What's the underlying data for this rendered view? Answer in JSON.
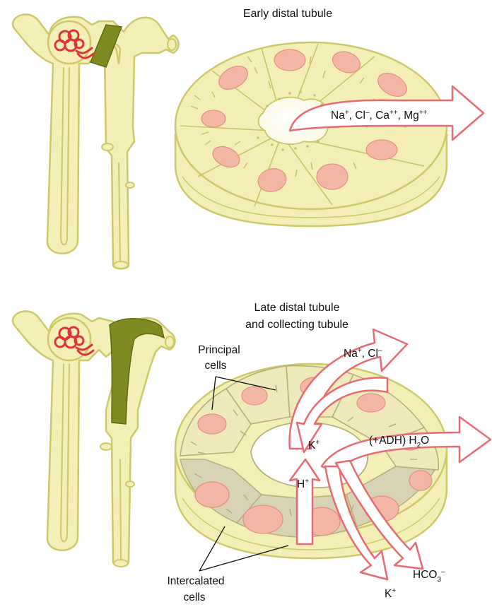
{
  "top": {
    "title": "Early distal tubule",
    "ions": {
      "na": "Na",
      "na_charge": "+",
      "cl": "Cl",
      "cl_charge": "–",
      "ca": "Ca",
      "ca_charge": "++",
      "mg": "Mg",
      "mg_charge": "++",
      "sep": ", "
    }
  },
  "bottom": {
    "title_line1": "Late distal tubule",
    "title_line2": "and collecting tubule",
    "principal_line1": "Principal",
    "principal_line2": "cells",
    "intercalated_line1": "Intercalated",
    "intercalated_line2": "cells",
    "na": "Na",
    "na_charge": "+",
    "cl": "Cl",
    "cl_charge": "–",
    "sep": ", ",
    "k_out": "K",
    "k_out_charge": "+",
    "adh_prefix": "(+ADH) H",
    "adh_sub": "2",
    "adh_suffix": "O",
    "h": "H",
    "h_charge": "+",
    "k_bottom": "K",
    "k_bottom_charge": "+",
    "hco3": "HCO",
    "hco3_sub": "3",
    "hco3_charge": "–"
  },
  "colors": {
    "tubule_fill": "#f3efb6",
    "tubule_stroke": "#cdc86a",
    "highlight": "#7f8a20",
    "glomerulus": "#e0323a",
    "nucleus": "#f4b7a6",
    "nucleus_stroke": "#e08f82",
    "arrow_fill": "#ffffff",
    "arrow_stroke": "#e86a72",
    "intercalated_fill": "#d8d3b4"
  }
}
